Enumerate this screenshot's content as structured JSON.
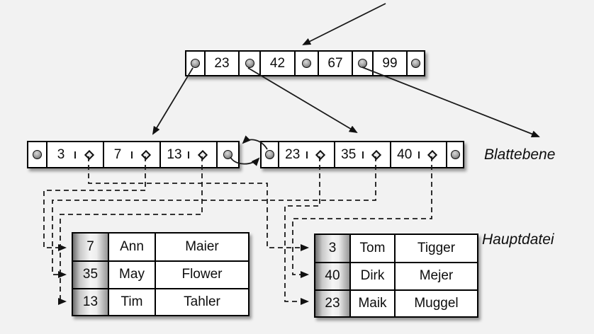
{
  "background": "#f2f2f2",
  "labels": {
    "leaf_level": "Blattebene",
    "main_file": "Hauptdatei"
  },
  "root_node": {
    "keys": [
      "23",
      "42",
      "67",
      "99"
    ]
  },
  "left_leaf": {
    "keys": [
      "3",
      "7",
      "13"
    ]
  },
  "right_leaf": {
    "keys": [
      "23",
      "35",
      "40"
    ]
  },
  "left_table": {
    "rows": [
      [
        "7",
        "Ann",
        "Maier"
      ],
      [
        "35",
        "May",
        "Flower"
      ],
      [
        "13",
        "Tim",
        "Tahler"
      ]
    ]
  },
  "right_table": {
    "rows": [
      [
        "3",
        "Tom",
        "Tigger"
      ],
      [
        "40",
        "Dirk",
        "Mejer"
      ],
      [
        "23",
        "Maik",
        "Muggel"
      ]
    ]
  },
  "colors": {
    "line": "#1a1a1a",
    "node_fill": "#ffffff",
    "key_column_gray": "#8f8f8f"
  }
}
